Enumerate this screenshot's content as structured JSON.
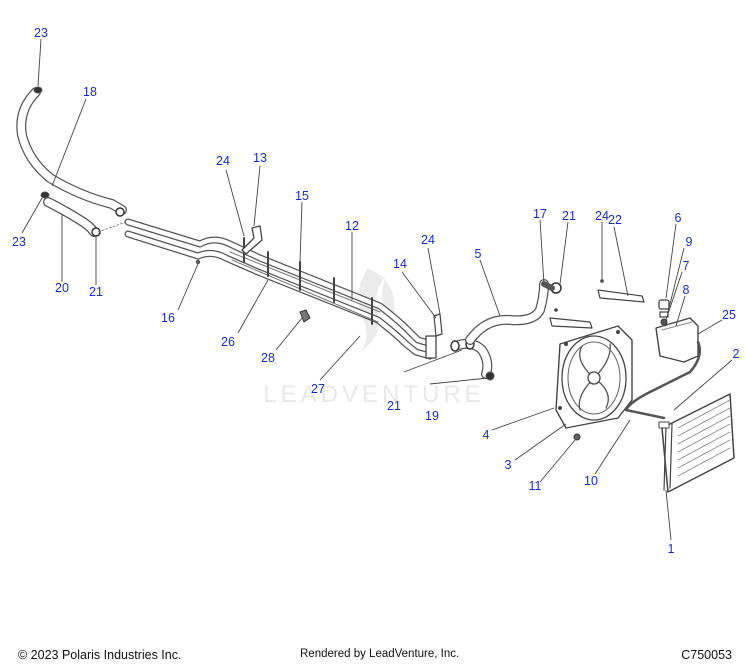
{
  "watermark": {
    "text": "LEADVENTURE"
  },
  "footer": {
    "copyright": "© 2023 Polaris Industries Inc.",
    "rendered_by": "Rendered by LeadVenture, Inc.",
    "diagram_id": "C750053"
  },
  "callouts": [
    "1",
    "2",
    "3",
    "4",
    "5",
    "6",
    "7",
    "8",
    "9",
    "10",
    "11",
    "12",
    "13",
    "14",
    "15",
    "16",
    "17",
    "18",
    "19",
    "20",
    "21",
    "21",
    "21",
    "21",
    "22",
    "23",
    "23",
    "24",
    "24",
    "24",
    "25",
    "26",
    "27",
    "28"
  ],
  "colors": {
    "callout": "#1a2fb8",
    "line": "#555555",
    "watermark": "#d9d9d9"
  }
}
